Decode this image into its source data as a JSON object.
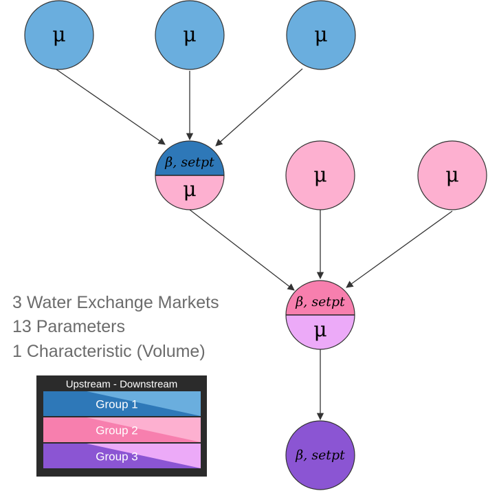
{
  "mu_symbol": "μ",
  "param_label": "β, setpt",
  "colors": {
    "group1_dark": "#2e78b8",
    "group1_light": "#6aaede",
    "group2_dark": "#f77fae",
    "group2_light": "#fdb0d0",
    "group3_dark": "#8b55d3",
    "group3_light": "#ecaaf8",
    "edge": "#333333"
  },
  "info": {
    "line1": "3 Water Exchange Markets",
    "line2": "13 Parameters",
    "line3": "1 Characteristic (Volume)"
  },
  "legend": {
    "title": "Upstream - Downstream",
    "groups": [
      {
        "label": "Group 1"
      },
      {
        "label": "Group 2"
      },
      {
        "label": "Group 3"
      }
    ]
  }
}
